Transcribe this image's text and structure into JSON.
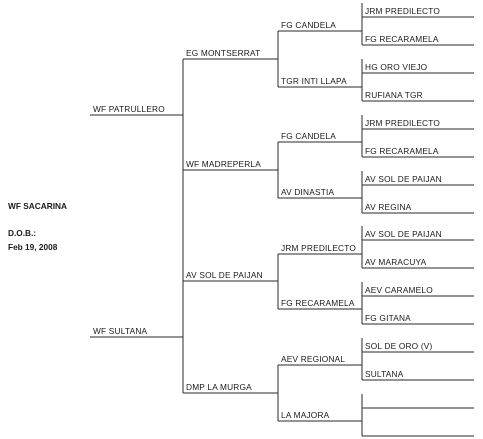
{
  "subject": {
    "name": "WF SACARINA",
    "dob_label": "D.O.B.:",
    "dob": "Feb 19, 2008"
  },
  "sire": "WF PATRULLERO",
  "dam": "WF SULTANA",
  "gen3": [
    "EG MONTSERRAT",
    "WF MADREPERLA",
    "AV SOL DE PAIJAN",
    "DMP LA MURGA"
  ],
  "gen4": [
    "FG CANDELA",
    "TGR INTI LLAPA",
    "FG CANDELA",
    "AV DINASTIA",
    "JRM PREDILECTO",
    "FG RECARAMELA",
    "AEV REGIONAL",
    "LA MAJORA"
  ],
  "gen5": [
    "JRM PREDILECTO",
    "FG RECARAMELA",
    "HG ORO VIEJO",
    "RUFIANA TGR",
    "JRM PREDILECTO",
    "FG RECARAMELA",
    "AV SOL DE PAIJAN",
    "AV REGINA",
    "AV SOL DE PAIJAN",
    "AV MARACUYA",
    "AEV CARAMELO",
    "FG GITANA",
    "SOL DE ORO (V)",
    "SULTANA",
    "",
    ""
  ]
}
